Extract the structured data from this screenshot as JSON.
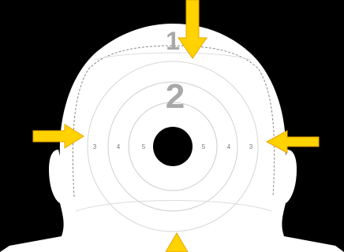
{
  "target": {
    "background_color": "#000000",
    "silhouette_color": "#ffffff",
    "ring_line_color": "#d0d0d0",
    "zone_line_color": "#8a8a8a",
    "zone_label_color": "#a8a8a8",
    "score_label_color": "#777777",
    "bullseye_color": "#000000",
    "arrow_color": "#ffd200",
    "arrow_edge_color": "#e8a400",
    "zone_labels": {
      "outer": "1",
      "inner": "2"
    },
    "left_ring_scores": [
      "3",
      "4",
      "5"
    ],
    "right_ring_scores": [
      "5",
      "4",
      "3"
    ],
    "arrow_icons": [
      "arrow-down-icon",
      "arrow-right-icon",
      "arrow-left-icon",
      "arrow-up-icon"
    ]
  }
}
